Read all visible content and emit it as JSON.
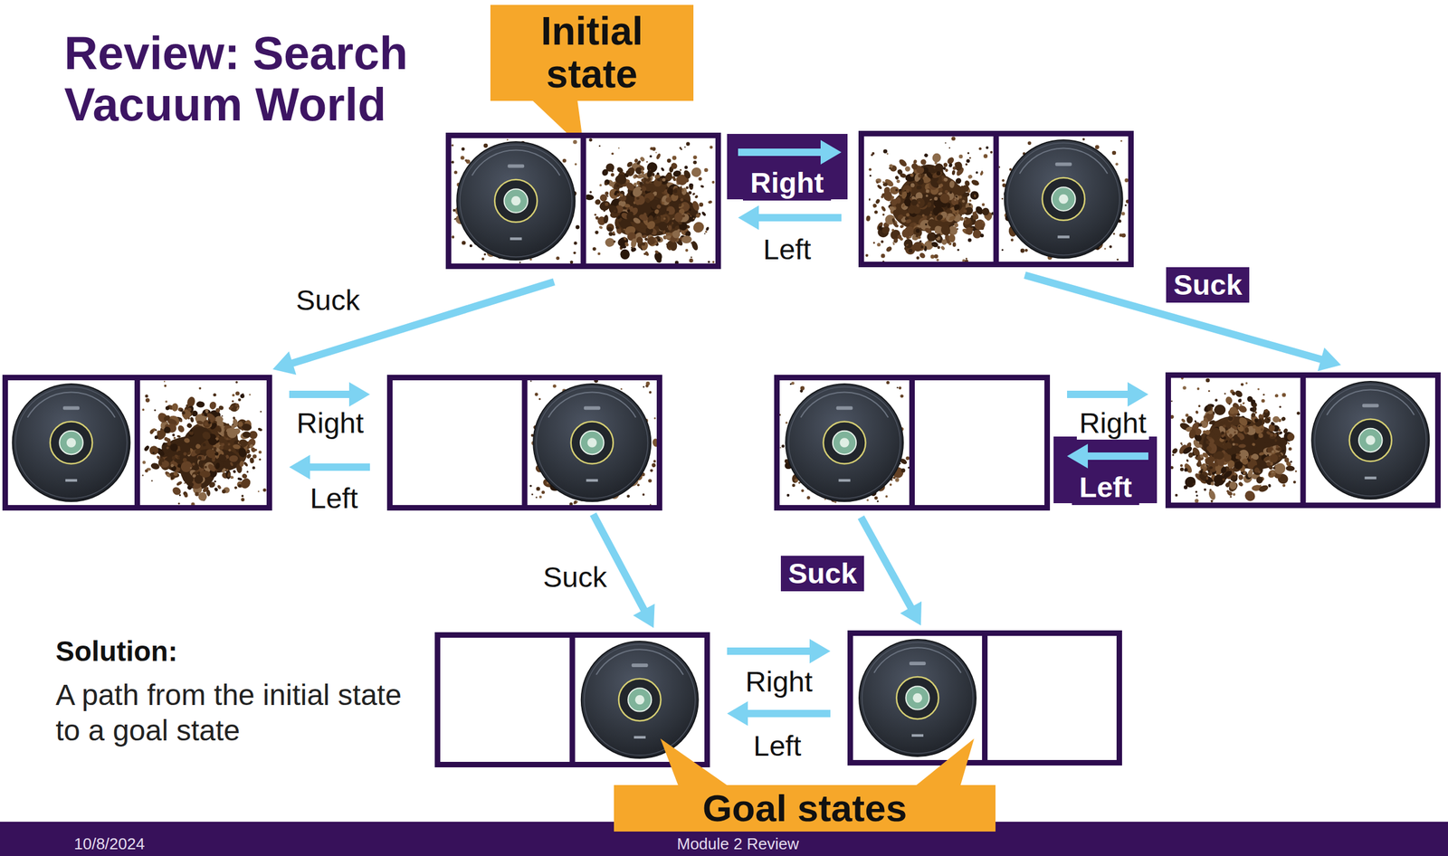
{
  "diagram": {
    "title": "Review: Search Vacuum World",
    "nodes": [
      {
        "text": [
          "Initial state"
        ]
      },
      {
        "text": []
      },
      {
        "text": []
      },
      {
        "text": []
      },
      {
        "text": []
      },
      {
        "text": []
      },
      {
        "text": []
      },
      {
        "text": []
      },
      {
        "text": []
      },
      {
        "text": [
          "Goal states"
        ]
      }
    ],
    "edges": [
      {
        "from": 1,
        "to": 2,
        "arrow": "to",
        "label": "Right"
      },
      {
        "from": 2,
        "to": 1,
        "arrow": "to",
        "label": "Left"
      },
      {
        "from": 1,
        "to": 3,
        "arrow": "to",
        "label": "Suck"
      },
      {
        "from": 2,
        "to": 6,
        "arrow": "to",
        "label": "Suck"
      },
      {
        "from": 3,
        "to": 4,
        "arrow": "to",
        "label": "Right"
      },
      {
        "from": 4,
        "to": 3,
        "arrow": "to",
        "label": "Left"
      },
      {
        "from": 5,
        "to": 6,
        "arrow": "to",
        "label": "Right"
      },
      {
        "from": 6,
        "to": 5,
        "arrow": "to",
        "label": "Left"
      },
      {
        "from": 4,
        "to": 7,
        "arrow": "to",
        "label": "Suck"
      },
      {
        "from": 5,
        "to": 8,
        "arrow": "to",
        "label": "Suck"
      },
      {
        "from": 7,
        "to": 8,
        "arrow": "to",
        "label": "Right"
      },
      {
        "from": 8,
        "to": 7,
        "arrow": "to",
        "label": "Left"
      }
    ],
    "labels": [
      "Solution:",
      "A path from the initial state to a goal state",
      "10/8/2024",
      "Module 2 Review"
    ]
  }
}
